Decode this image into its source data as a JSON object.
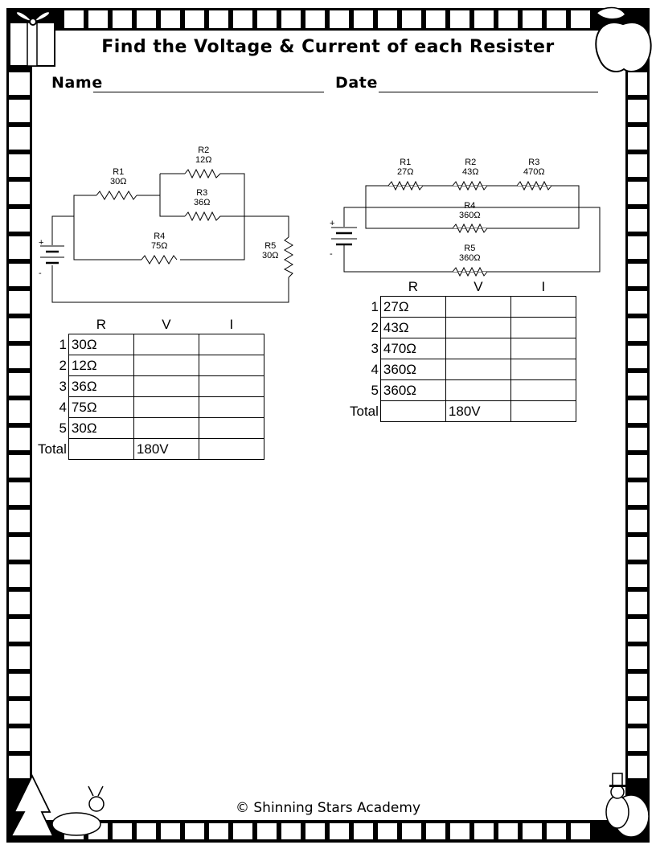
{
  "title": "Find the Voltage & Current of each Resister",
  "name_label": "Name",
  "date_label": "Date",
  "footer": "© Shinning Stars Academy",
  "circuit1": {
    "plus": "+",
    "minus": "-",
    "resistors": [
      {
        "label": "R1",
        "value": "30Ω"
      },
      {
        "label": "R2",
        "value": "12Ω"
      },
      {
        "label": "R3",
        "value": "36Ω"
      },
      {
        "label": "R4",
        "value": "75Ω"
      },
      {
        "label": "R5",
        "value": "30Ω"
      }
    ],
    "table": {
      "headers": [
        "R",
        "V",
        "I"
      ],
      "rows": [
        {
          "n": "1",
          "r": "30Ω",
          "v": "",
          "i": ""
        },
        {
          "n": "2",
          "r": "12Ω",
          "v": "",
          "i": ""
        },
        {
          "n": "3",
          "r": "36Ω",
          "v": "",
          "i": ""
        },
        {
          "n": "4",
          "r": "75Ω",
          "v": "",
          "i": ""
        },
        {
          "n": "5",
          "r": "30Ω",
          "v": "",
          "i": ""
        }
      ],
      "total": {
        "label": "Total",
        "r": "",
        "v": "180V",
        "i": ""
      }
    }
  },
  "circuit2": {
    "plus": "+",
    "minus": "-",
    "resistors": [
      {
        "label": "R1",
        "value": "27Ω"
      },
      {
        "label": "R2",
        "value": "43Ω"
      },
      {
        "label": "R3",
        "value": "470Ω"
      },
      {
        "label": "R4",
        "value": "360Ω"
      },
      {
        "label": "R5",
        "value": "360Ω"
      }
    ],
    "table": {
      "headers": [
        "R",
        "V",
        "I"
      ],
      "rows": [
        {
          "n": "1",
          "r": "27Ω",
          "v": "",
          "i": ""
        },
        {
          "n": "2",
          "r": "43Ω",
          "v": "",
          "i": ""
        },
        {
          "n": "3",
          "r": "470Ω",
          "v": "",
          "i": ""
        },
        {
          "n": "4",
          "r": "360Ω",
          "v": "",
          "i": ""
        },
        {
          "n": "5",
          "r": "360Ω",
          "v": "",
          "i": ""
        }
      ],
      "total": {
        "label": "Total",
        "r": "",
        "v": "180V",
        "i": ""
      }
    }
  }
}
